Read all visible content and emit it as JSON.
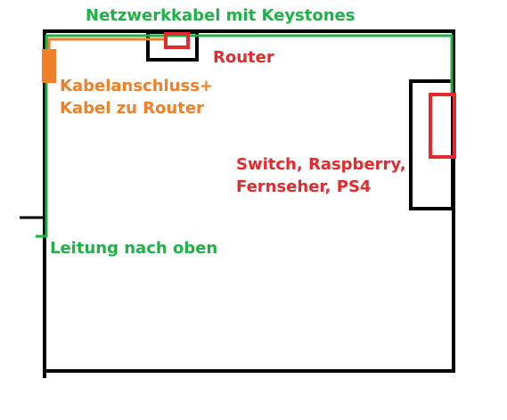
{
  "colors": {
    "green": "#1fb146",
    "orange": "#f07f27",
    "red": "#e12b2e",
    "black": "#000000"
  },
  "labels": {
    "network_cable": "Netzwerkkabel mit Keystones",
    "router": "Router",
    "cable_connection": "Kabelanschluss+\nKabel zu Router",
    "devices": "Switch, Raspberry,\nFernseher, PS4",
    "riser": "Leitung nach oben"
  }
}
